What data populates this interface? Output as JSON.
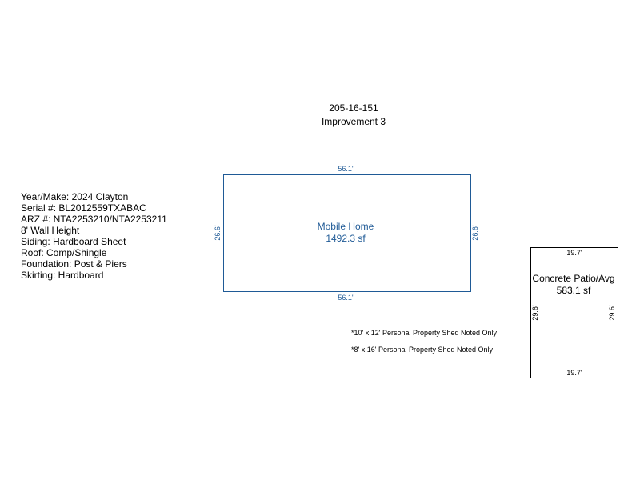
{
  "header": {
    "parcel_id": "205-16-151",
    "improvement": "Improvement 3"
  },
  "details": [
    "Year/Make: 2024 Clayton",
    "Serial #: BL2012559TXABAC",
    "ARZ #: NTA2253210/NTA2253211",
    "8' Wall Height",
    "Siding: Hardboard Sheet",
    "Roof: Comp/Shingle",
    "Foundation: Post & Piers",
    "Skirting: Hardboard"
  ],
  "structures": {
    "mobile_home": {
      "name": "Mobile Home",
      "area": "1492.3 sf",
      "dim_top": "56.1'",
      "dim_bottom": "56.1'",
      "dim_left": "26.6'",
      "dim_right": "26.6'",
      "color": "#1f5a96"
    },
    "patio": {
      "name": "Concrete Patio/Avg",
      "area": "583.1 sf",
      "dim_top": "19.7'",
      "dim_bottom": "19.7'",
      "dim_left": "29.6'",
      "dim_right": "29.6'",
      "color": "#000000"
    }
  },
  "shed_notes": [
    "*10' x 12' Personal Property Shed Noted Only",
    "*8' x 16' Personal Property Shed Noted Only"
  ]
}
